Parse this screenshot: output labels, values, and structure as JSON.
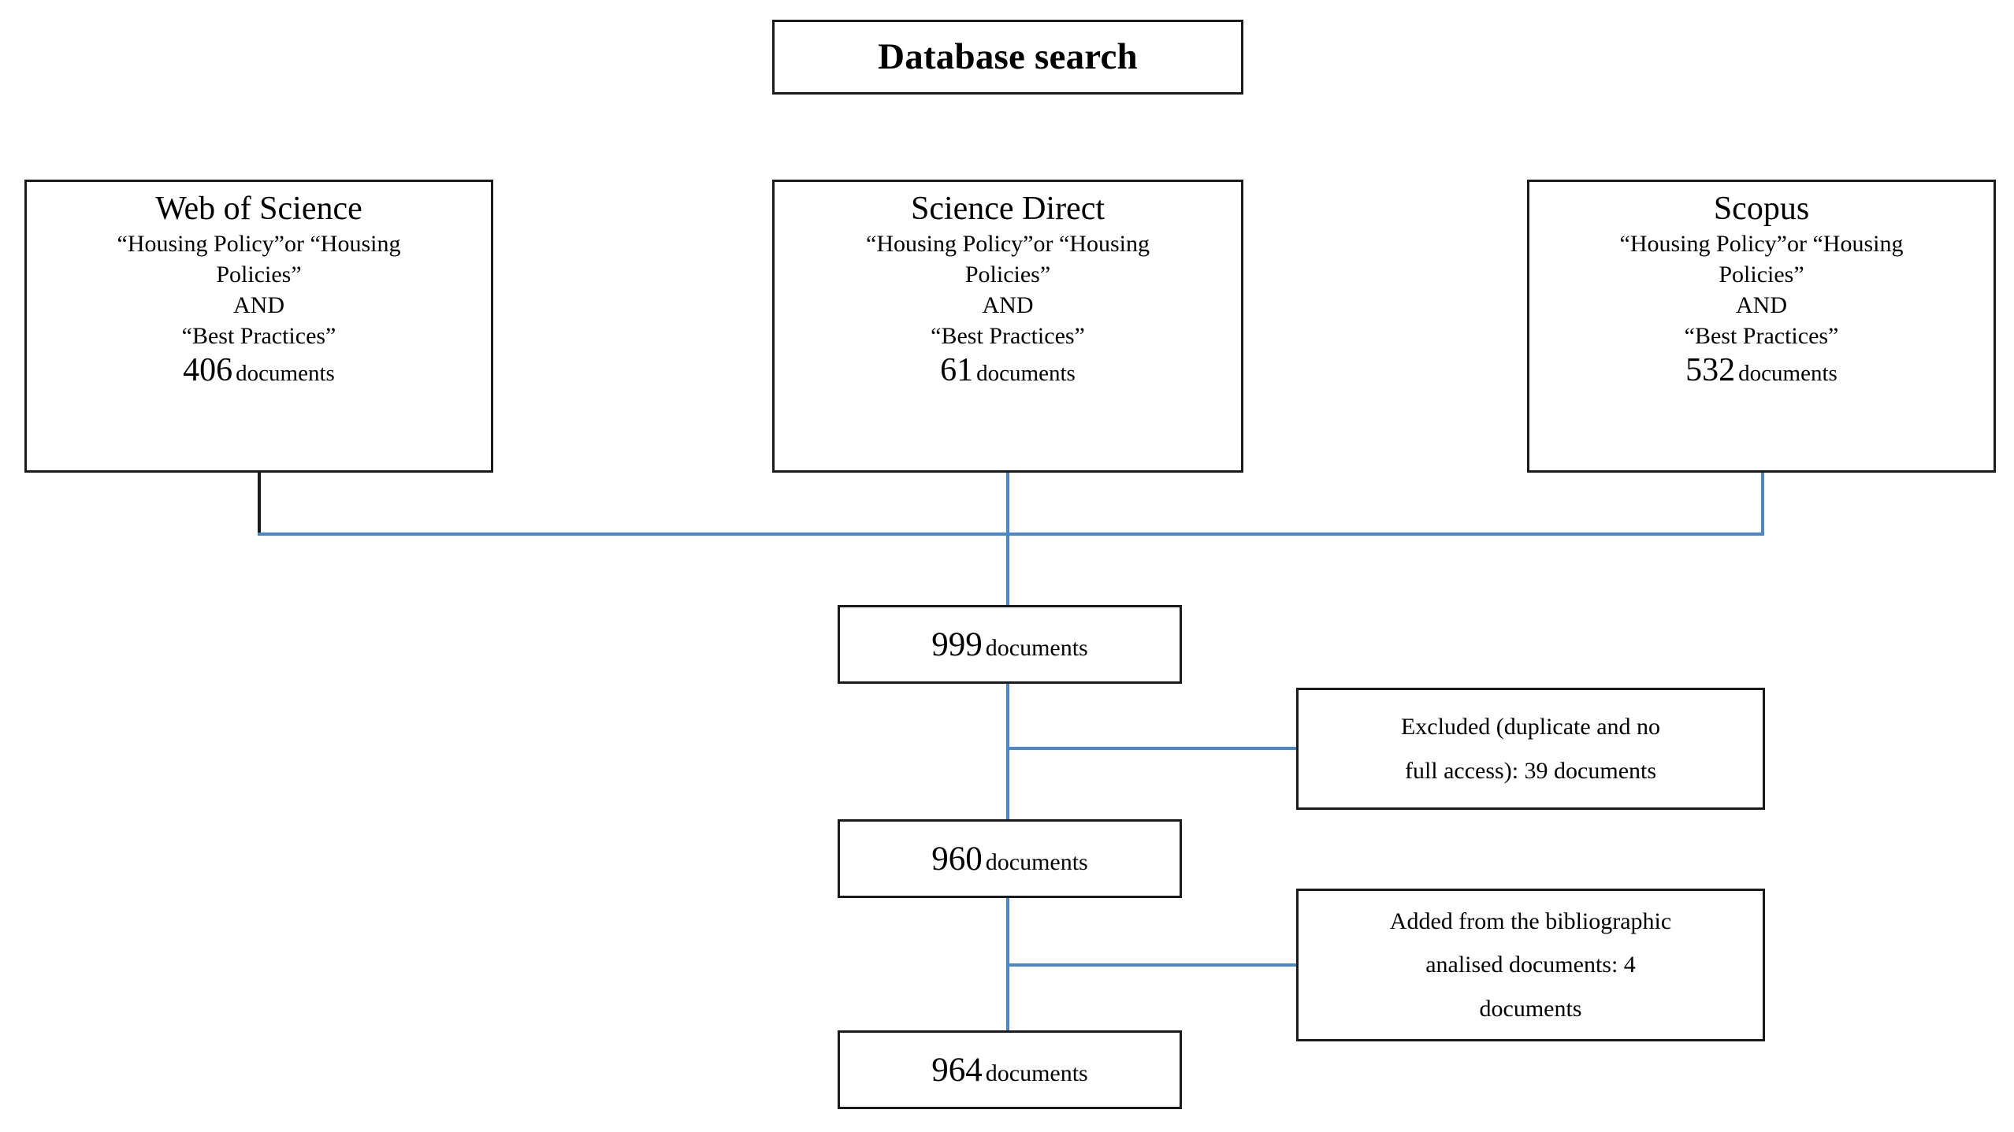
{
  "title": {
    "label": "Database search"
  },
  "query": {
    "line1": "“Housing Policy”or “Housing",
    "line2": "Policies”",
    "line3": "AND",
    "line4": "“Best Practices”"
  },
  "sources": [
    {
      "name": "Web of Science",
      "count": "406",
      "unit": "documents"
    },
    {
      "name": "Science Direct",
      "count": "61",
      "unit": "documents"
    },
    {
      "name": "Scopus",
      "count": "532",
      "unit": "documents"
    }
  ],
  "stages": [
    {
      "count": "999",
      "unit": "documents"
    },
    {
      "count": "960",
      "unit": "documents"
    },
    {
      "count": "964",
      "unit": "documents"
    }
  ],
  "notes": [
    {
      "line1": "Excluded (duplicate and no",
      "line2": "full access): 39 documents"
    },
    {
      "line1": "Added from the bibliographic",
      "line2": "analised documents: 4",
      "line3": "documents"
    }
  ],
  "colors": {
    "connector_blue": "#4a86c8",
    "border_black": "#1a1a1a",
    "background": "#ffffff"
  },
  "chart_data": {
    "type": "flowchart",
    "title": "Database search",
    "nodes": [
      {
        "id": "title",
        "label": "Database search",
        "level": 0
      },
      {
        "id": "wos",
        "label": "Web of Science",
        "value": 406,
        "level": 1
      },
      {
        "id": "sd",
        "label": "Science Direct",
        "value": 61,
        "level": 1
      },
      {
        "id": "scopus",
        "label": "Scopus",
        "value": 532,
        "level": 1
      },
      {
        "id": "total",
        "label": "999 documents",
        "value": 999,
        "level": 2
      },
      {
        "id": "dedup",
        "label": "960 documents",
        "value": 960,
        "level": 3
      },
      {
        "id": "final",
        "label": "964 documents",
        "value": 964,
        "level": 4
      },
      {
        "id": "excluded",
        "label": "Excluded (duplicate and no full access): 39 documents",
        "value": 39,
        "level": 2
      },
      {
        "id": "added",
        "label": "Added from the bibliographic analised documents: 4 documents",
        "value": 4,
        "level": 3
      }
    ],
    "edges": [
      {
        "from": "wos",
        "to": "total"
      },
      {
        "from": "sd",
        "to": "total"
      },
      {
        "from": "scopus",
        "to": "total"
      },
      {
        "from": "total",
        "to": "dedup"
      },
      {
        "from": "total",
        "to": "excluded"
      },
      {
        "from": "dedup",
        "to": "final"
      },
      {
        "from": "added",
        "to": "final"
      }
    ],
    "search_query": "“Housing Policy” or “Housing Policies” AND “Best Practices”"
  }
}
